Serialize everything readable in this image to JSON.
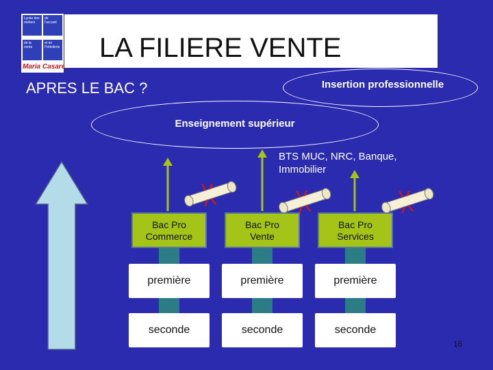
{
  "logo": {
    "cells": [
      "Lycée des métiers",
      "de l'accueil",
      "de la vente",
      "et de l'hôtellerie"
    ],
    "name": "Maria Casares"
  },
  "slide": {
    "title": "LA FILIERE VENTE",
    "subtitle": "APRES LE BAC ?",
    "page_number": "16"
  },
  "outcomes": {
    "insertion": "Insertion professionnelle",
    "superieur": "Enseignement supérieur",
    "bts_line1": "BTS MUC, NRC, Banque,",
    "bts_line2": "Immobilier"
  },
  "tracks": [
    {
      "bac_line1": "Bac Pro",
      "bac_line2": "Commerce",
      "premiere": "première",
      "seconde": "seconde"
    },
    {
      "bac_line1": "Bac Pro",
      "bac_line2": "Vente",
      "premiere": "première",
      "seconde": "seconde"
    },
    {
      "bac_line1": "Bac Pro",
      "bac_line2": "Services",
      "premiere": "première",
      "seconde": "seconde"
    }
  ],
  "colors": {
    "background": "#2b2bb0",
    "bac_box": "#a4c417",
    "connector": "#2c7c86",
    "arrow_green": "#a4c417",
    "big_arrow": "#b4dce8",
    "ribbon": "#cc1a1a"
  },
  "icons": [
    "diploma-scroll-icon",
    "up-arrow-icon"
  ]
}
